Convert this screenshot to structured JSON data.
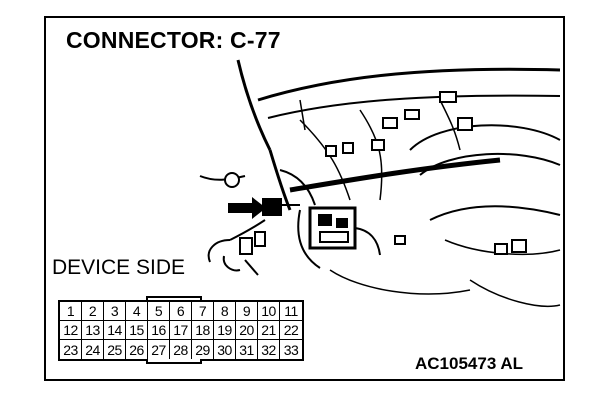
{
  "title": "CONNECTOR: C-77",
  "device_side_label": "DEVICE SIDE",
  "figure_code": "AC105473 AL",
  "connector_pins": [
    [
      "1",
      "2",
      "3",
      "4",
      "5",
      "6",
      "7",
      "8",
      "9",
      "10",
      "11"
    ],
    [
      "12",
      "13",
      "14",
      "15",
      "16",
      "17",
      "18",
      "19",
      "20",
      "21",
      "22"
    ],
    [
      "23",
      "24",
      "25",
      "26",
      "27",
      "28",
      "29",
      "30",
      "31",
      "32",
      "33"
    ]
  ]
}
